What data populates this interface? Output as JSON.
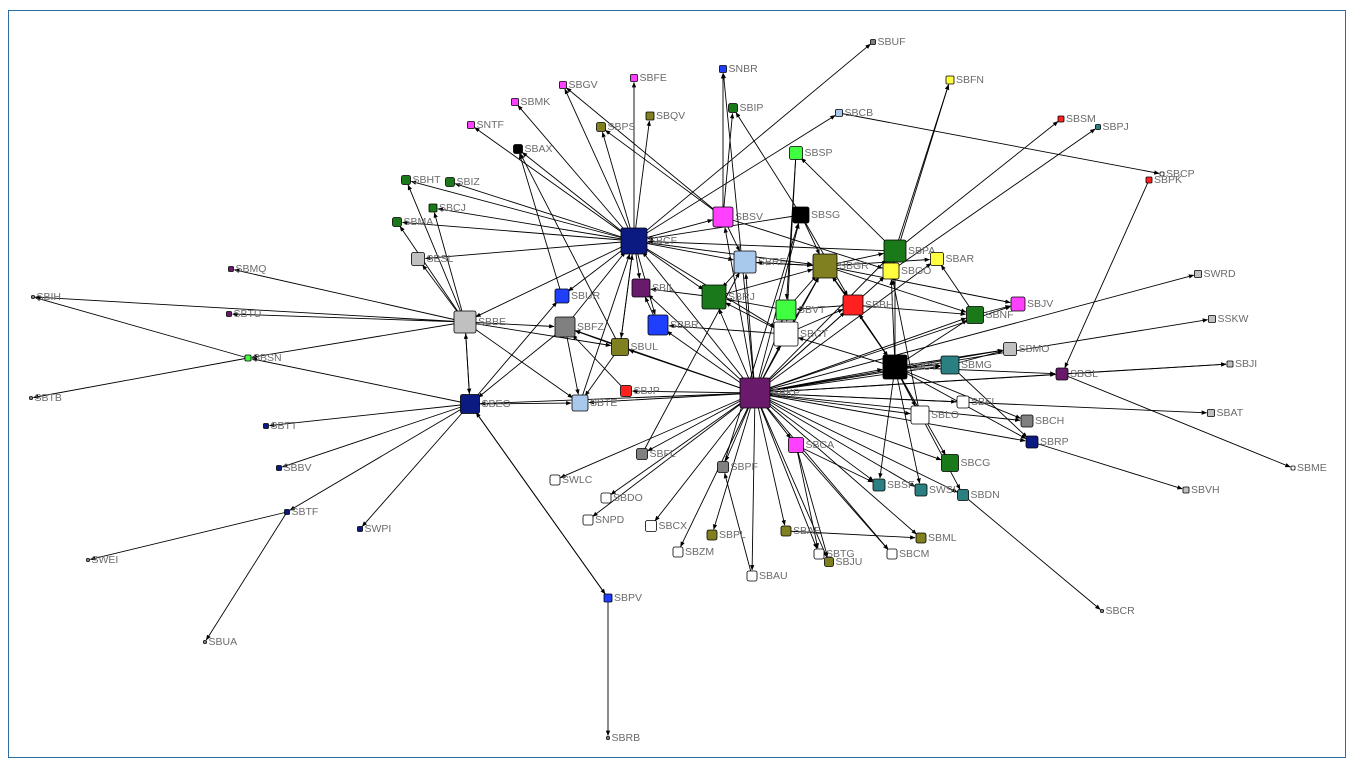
{
  "nodes": [
    {
      "id": "SBUF",
      "color": "#808080",
      "size": 5
    },
    {
      "id": "SNBR",
      "color": "#1f3fff",
      "size": 7
    },
    {
      "id": "SBFE",
      "color": "#ff40ff",
      "size": 7
    },
    {
      "id": "SBGV",
      "color": "#ff40ff",
      "size": 7
    },
    {
      "id": "SBFN",
      "color": "#ffff40",
      "size": 8
    },
    {
      "id": "SBIP",
      "color": "#1a7a1a",
      "size": 9
    },
    {
      "id": "SBMK",
      "color": "#ff40ff",
      "size": 7
    },
    {
      "id": "SBQV",
      "color": "#808020",
      "size": 8
    },
    {
      "id": "SBCB",
      "color": "#a8c8ec",
      "size": 7
    },
    {
      "id": "SBSM",
      "color": "#ff2020",
      "size": 6
    },
    {
      "id": "SNTF",
      "color": "#ff40ff",
      "size": 7
    },
    {
      "id": "SBPS",
      "color": "#808020",
      "size": 9
    },
    {
      "id": "SBPJ",
      "color": "#2a8080",
      "size": 5
    },
    {
      "id": "SBAX",
      "color": "#000000",
      "size": 9
    },
    {
      "id": "SBSP",
      "color": "#40ff40",
      "size": 13
    },
    {
      "id": "SBCP",
      "color": "#ffffff",
      "size": 4
    },
    {
      "id": "SBPK",
      "color": "#ff2020",
      "size": 6
    },
    {
      "id": "SBHT",
      "color": "#1a7a1a",
      "size": 9
    },
    {
      "id": "SBIZ",
      "color": "#1a7a1a",
      "size": 9
    },
    {
      "id": "SBCJ",
      "color": "#1a7a1a",
      "size": 8
    },
    {
      "id": "SBSV",
      "color": "#ff40ff",
      "size": 20
    },
    {
      "id": "SBSG",
      "color": "#000000",
      "size": 16
    },
    {
      "id": "SBCF",
      "color": "#0a1a80",
      "size": 26
    },
    {
      "id": "SBMA",
      "color": "#1a7a1a",
      "size": 9
    },
    {
      "id": "SBPA",
      "color": "#1a7a1a",
      "size": 22
    },
    {
      "id": "SBAR",
      "color": "#ffff40",
      "size": 13
    },
    {
      "id": "SBRF",
      "color": "#a8c8ec",
      "size": 22
    },
    {
      "id": "SBGR",
      "color": "#808020",
      "size": 24
    },
    {
      "id": "SBGO",
      "color": "#ffff40",
      "size": 16
    },
    {
      "id": "SBSL",
      "color": "#c0c0c0",
      "size": 13
    },
    {
      "id": "SBMQ",
      "color": "#6a1a6a",
      "size": 5
    },
    {
      "id": "SBRJ",
      "color": "#1a7a1a",
      "size": 24
    },
    {
      "id": "SBIL",
      "color": "#6a1a6a",
      "size": 18
    },
    {
      "id": "SBUR",
      "color": "#1f3fff",
      "size": 14
    },
    {
      "id": "SBJV",
      "color": "#ff40ff",
      "size": 14
    },
    {
      "id": "SBVT",
      "color": "#40ff40",
      "size": 20
    },
    {
      "id": "SBBH",
      "color": "#ff2020",
      "size": 20
    },
    {
      "id": "SWRD",
      "color": "#c0c0c0",
      "size": 7
    },
    {
      "id": "SBIH",
      "color": "#808080",
      "size": 3
    },
    {
      "id": "SBTU",
      "color": "#6a1a6a",
      "size": 5
    },
    {
      "id": "SBBE",
      "color": "#c0c0c0",
      "size": 22
    },
    {
      "id": "SBFZ",
      "color": "#808080",
      "size": 20
    },
    {
      "id": "SBBR",
      "color": "#1f3fff",
      "size": 20
    },
    {
      "id": "SBNF",
      "color": "#1a7a1a",
      "size": 17
    },
    {
      "id": "SBCT",
      "color": "#ffffff",
      "size": 24
    },
    {
      "id": "SSKW",
      "color": "#c0c0c0",
      "size": 7
    },
    {
      "id": "SBSN",
      "color": "#40ff40",
      "size": 6
    },
    {
      "id": "SBUL",
      "color": "#808020",
      "size": 17
    },
    {
      "id": "SBMO",
      "color": "#c0c0c0",
      "size": 13
    },
    {
      "id": "SBCY",
      "color": "#000000",
      "size": 24
    },
    {
      "id": "SBMG",
      "color": "#2a8080",
      "size": 18
    },
    {
      "id": "SBJI",
      "color": "#c0c0c0",
      "size": 6
    },
    {
      "id": "SBKP",
      "color": "#6a1a6a",
      "size": 30
    },
    {
      "id": "SBJP",
      "color": "#ff2020",
      "size": 11
    },
    {
      "id": "SBGL",
      "color": "#6a1a6a",
      "size": 12
    },
    {
      "id": "SBTB",
      "color": "#808080",
      "size": 3
    },
    {
      "id": "SBEG",
      "color": "#0a1a80",
      "size": 19
    },
    {
      "id": "SBTE",
      "color": "#a8c8ec",
      "size": 16
    },
    {
      "id": "SBFI",
      "color": "#ffffff",
      "size": 12
    },
    {
      "id": "SBLO",
      "color": "#ffffff",
      "size": 18
    },
    {
      "id": "SBAT",
      "color": "#c0c0c0",
      "size": 7
    },
    {
      "id": "SBTT",
      "color": "#0a1a80",
      "size": 5
    },
    {
      "id": "SBCH",
      "color": "#808080",
      "size": 12
    },
    {
      "id": "SBRP",
      "color": "#0a1a80",
      "size": 12
    },
    {
      "id": "SBCA",
      "color": "#ff40ff",
      "size": 15
    },
    {
      "id": "SBFL",
      "color": "#808080",
      "size": 11
    },
    {
      "id": "SBBV",
      "color": "#0a1a80",
      "size": 5
    },
    {
      "id": "SBPF",
      "color": "#808080",
      "size": 11
    },
    {
      "id": "SBCG",
      "color": "#1a7a1a",
      "size": 17
    },
    {
      "id": "SWLC",
      "color": "#ffffff",
      "size": 10
    },
    {
      "id": "SBSF",
      "color": "#2a8080",
      "size": 12
    },
    {
      "id": "SWSI",
      "color": "#2a8080",
      "size": 12
    },
    {
      "id": "SBDN",
      "color": "#2a8080",
      "size": 11
    },
    {
      "id": "SBME",
      "color": "#ffffff",
      "size": 4
    },
    {
      "id": "SBDO",
      "color": "#ffffff",
      "size": 10
    },
    {
      "id": "SBVH",
      "color": "#c0c0c0",
      "size": 6
    },
    {
      "id": "SBTF",
      "color": "#0a1a80",
      "size": 5
    },
    {
      "id": "SNPD",
      "color": "#ffffff",
      "size": 10
    },
    {
      "id": "SWPI",
      "color": "#0a1a80",
      "size": 5
    },
    {
      "id": "SBCX",
      "color": "#ffffff",
      "size": 11
    },
    {
      "id": "SBPL",
      "color": "#808020",
      "size": 10
    },
    {
      "id": "SBAE",
      "color": "#808020",
      "size": 10
    },
    {
      "id": "SBML",
      "color": "#808020",
      "size": 10
    },
    {
      "id": "SBZM",
      "color": "#ffffff",
      "size": 10
    },
    {
      "id": "SBTG",
      "color": "#ffffff",
      "size": 10
    },
    {
      "id": "SBJU",
      "color": "#808020",
      "size": 9
    },
    {
      "id": "SBCM",
      "color": "#ffffff",
      "size": 10
    },
    {
      "id": "SWEI",
      "color": "#808080",
      "size": 3
    },
    {
      "id": "SBAU",
      "color": "#ffffff",
      "size": 10
    },
    {
      "id": "SBPV",
      "color": "#1f3fff",
      "size": 8
    },
    {
      "id": "SBCR",
      "color": "#808080",
      "size": 3
    },
    {
      "id": "SBUA",
      "color": "#808080",
      "size": 3
    },
    {
      "id": "SBRB",
      "color": "#808080",
      "size": 3
    }
  ],
  "edges": [
    [
      "SBCF",
      "SBMK"
    ],
    [
      "SBCF",
      "SBGV"
    ],
    [
      "SBCF",
      "SBFE"
    ],
    [
      "SBCF",
      "SNTF"
    ],
    [
      "SBCF",
      "SBPS"
    ],
    [
      "SBCF",
      "SBQV"
    ],
    [
      "SBCF",
      "SBAX"
    ],
    [
      "SBCF",
      "SBHT"
    ],
    [
      "SBCF",
      "SBIZ"
    ],
    [
      "SBCF",
      "SBCJ"
    ],
    [
      "SBCF",
      "SBMA"
    ],
    [
      "SBCF",
      "SBSL"
    ],
    [
      "SBCF",
      "SBUF"
    ],
    [
      "SBCF",
      "SBCB"
    ],
    [
      "SBCF",
      "SBSV"
    ],
    [
      "SBCF",
      "SBIL"
    ],
    [
      "SBCF",
      "SBUR"
    ],
    [
      "SBCF",
      "SBRJ"
    ],
    [
      "SBCF",
      "SBBR"
    ],
    [
      "SBCF",
      "SBUL"
    ],
    [
      "SBCF",
      "SBBE"
    ],
    [
      "SBCF",
      "SBRF"
    ],
    [
      "SBCF",
      "SBGR"
    ],
    [
      "SBCF",
      "SBCT"
    ],
    [
      "SBSV",
      "SBGV"
    ],
    [
      "SBSV",
      "SBPS"
    ],
    [
      "SBSV",
      "SNBR"
    ],
    [
      "SBSV",
      "SBIP"
    ],
    [
      "SBSV",
      "SBRF"
    ],
    [
      "SBSV",
      "SBGO"
    ],
    [
      "SBSG",
      "SBIP"
    ],
    [
      "SBSG",
      "SBGR"
    ],
    [
      "SBSG",
      "SBCF"
    ],
    [
      "SBSG",
      "SBBH"
    ],
    [
      "SBSP",
      "SBCT"
    ],
    [
      "SBSP",
      "SBVT"
    ],
    [
      "SBPA",
      "SBFN"
    ],
    [
      "SBPA",
      "SBSM"
    ],
    [
      "SBPA",
      "SBSP"
    ],
    [
      "SBPA",
      "SBCF"
    ],
    [
      "SBGO",
      "SBFN"
    ],
    [
      "SBGO",
      "SBPJ"
    ],
    [
      "SBGR",
      "SBRF"
    ],
    [
      "SBGR",
      "SBPA"
    ],
    [
      "SBGR",
      "SBAR"
    ],
    [
      "SBGR",
      "SBJV"
    ],
    [
      "SBGR",
      "SBNF"
    ],
    [
      "SBGR",
      "SBCY"
    ],
    [
      "SBCB",
      "SBCP"
    ],
    [
      "SBPK",
      "SBGL"
    ],
    [
      "SBBE",
      "SBIH"
    ],
    [
      "SBBE",
      "SBTU"
    ],
    [
      "SBBE",
      "SBMQ"
    ],
    [
      "SBBE",
      "SBSN"
    ],
    [
      "SBBE",
      "SBSL"
    ],
    [
      "SBBE",
      "SBMA"
    ],
    [
      "SBBE",
      "SBHT"
    ],
    [
      "SBBE",
      "SBCJ"
    ],
    [
      "SBBE",
      "SBEG"
    ],
    [
      "SBBE",
      "SBFZ"
    ],
    [
      "SBBE",
      "SBTE"
    ],
    [
      "SBEG",
      "SBSN"
    ],
    [
      "SBEG",
      "SBTT"
    ],
    [
      "SBEG",
      "SBBV"
    ],
    [
      "SBEG",
      "SWPI"
    ],
    [
      "SBEG",
      "SBTF"
    ],
    [
      "SBEG",
      "SBPV"
    ],
    [
      "SBEG",
      "SBBE"
    ],
    [
      "SBEG",
      "SBTE"
    ],
    [
      "SBEG",
      "SBUR"
    ],
    [
      "SBSN",
      "SBIH"
    ],
    [
      "SBSN",
      "SBTB"
    ],
    [
      "SBTF",
      "SWEI"
    ],
    [
      "SBTF",
      "SBUA"
    ],
    [
      "SBPV",
      "SBRB"
    ],
    [
      "SBPV",
      "SBEG"
    ],
    [
      "SBKP",
      "SBCF"
    ],
    [
      "SBKP",
      "SBSV"
    ],
    [
      "SBKP",
      "SBSG"
    ],
    [
      "SBKP",
      "SBRF"
    ],
    [
      "SBKP",
      "SBGR"
    ],
    [
      "SBKP",
      "SBRJ"
    ],
    [
      "SBKP",
      "SBIL"
    ],
    [
      "SBKP",
      "SBBR"
    ],
    [
      "SBKP",
      "SBVT"
    ],
    [
      "SBKP",
      "SBCT"
    ],
    [
      "SBKP",
      "SBBH"
    ],
    [
      "SBKP",
      "SBNF"
    ],
    [
      "SBKP",
      "SBCY"
    ],
    [
      "SBKP",
      "SBMG"
    ],
    [
      "SBKP",
      "SBMO"
    ],
    [
      "SBKP",
      "SBGL"
    ],
    [
      "SBKP",
      "SBJI"
    ],
    [
      "SBKP",
      "SBAT"
    ],
    [
      "SBKP",
      "SBFI"
    ],
    [
      "SBKP",
      "SBLO"
    ],
    [
      "SBKP",
      "SBCH"
    ],
    [
      "SBKP",
      "SBRP"
    ],
    [
      "SBKP",
      "SBCA"
    ],
    [
      "SBKP",
      "SBCG"
    ],
    [
      "SBKP",
      "SBSF"
    ],
    [
      "SBKP",
      "SWSI"
    ],
    [
      "SBKP",
      "SBDN"
    ],
    [
      "SBKP",
      "SBML"
    ],
    [
      "SBKP",
      "SBCM"
    ],
    [
      "SBKP",
      "SBTG"
    ],
    [
      "SBKP",
      "SBJU"
    ],
    [
      "SBKP",
      "SBAU"
    ],
    [
      "SBKP",
      "SBAE"
    ],
    [
      "SBKP",
      "SBPL"
    ],
    [
      "SBKP",
      "SBZM"
    ],
    [
      "SBKP",
      "SBPF"
    ],
    [
      "SBKP",
      "SBCX"
    ],
    [
      "SBKP",
      "SBFL"
    ],
    [
      "SBKP",
      "SBDO"
    ],
    [
      "SBKP",
      "SNPD"
    ],
    [
      "SBKP",
      "SWLC"
    ],
    [
      "SBKP",
      "SBJP"
    ],
    [
      "SBKP",
      "SBTE"
    ],
    [
      "SBKP",
      "SBUL"
    ],
    [
      "SBKP",
      "SBFZ"
    ],
    [
      "SBKP",
      "SBEG"
    ],
    [
      "SBKP",
      "SNBR"
    ],
    [
      "SBKP",
      "SBPA"
    ],
    [
      "SBKP",
      "SWRD"
    ],
    [
      "SBKP",
      "SSKW"
    ],
    [
      "SBKP",
      "SBGO"
    ],
    [
      "SBKP",
      "SBAR"
    ],
    [
      "SBKP",
      "SBJV"
    ],
    [
      "SBCY",
      "SBPA"
    ],
    [
      "SBCY",
      "SBGO"
    ],
    [
      "SBCY",
      "SBGR"
    ],
    [
      "SBCY",
      "SBBH"
    ],
    [
      "SBCY",
      "SBCT"
    ],
    [
      "SBCY",
      "SBSF"
    ],
    [
      "SBCY",
      "SBDN"
    ],
    [
      "SBCY",
      "SBCG"
    ],
    [
      "SBCY",
      "SBRP"
    ],
    [
      "SBCY",
      "SBCH"
    ],
    [
      "SBCY",
      "SBLO"
    ],
    [
      "SBCY",
      "SBMG"
    ],
    [
      "SBCY",
      "SBNF"
    ],
    [
      "SBCY",
      "SBGL"
    ],
    [
      "SBCY",
      "SBMO"
    ],
    [
      "SBCY",
      "SWSI"
    ],
    [
      "SBGL",
      "SBME"
    ],
    [
      "SBGL",
      "SBJI"
    ],
    [
      "SBRP",
      "SBVH"
    ],
    [
      "SBDN",
      "SBCR"
    ],
    [
      "SBAE",
      "SBML"
    ],
    [
      "SBCA",
      "SBTG"
    ],
    [
      "SBCA",
      "SBCM"
    ],
    [
      "SBCA",
      "SBJU"
    ],
    [
      "SBCA",
      "SBSF"
    ],
    [
      "SBCT",
      "SBRJ"
    ],
    [
      "SBCT",
      "SBBR"
    ],
    [
      "SBCT",
      "SBGR"
    ],
    [
      "SBCT",
      "SBBH"
    ],
    [
      "SBVT",
      "SBGR"
    ],
    [
      "SBVT",
      "SBRJ"
    ],
    [
      "SBBH",
      "SBGR"
    ],
    [
      "SBBH",
      "SBNF"
    ],
    [
      "SBBH",
      "SBCY"
    ],
    [
      "SBBH",
      "SBVT"
    ],
    [
      "SBRJ",
      "SBGR"
    ],
    [
      "SBRJ",
      "SBIL"
    ],
    [
      "SBRF",
      "SBGR"
    ],
    [
      "SBRF",
      "SBRJ"
    ],
    [
      "SBUL",
      "SBFZ"
    ],
    [
      "SBUL",
      "SBTE"
    ],
    [
      "SBUL",
      "SBAX"
    ],
    [
      "SBUL",
      "SBCF"
    ],
    [
      "SBFZ",
      "SBTE"
    ],
    [
      "SBFZ",
      "SBEG"
    ],
    [
      "SBJP",
      "SBFZ"
    ],
    [
      "SBFL",
      "SBRF"
    ],
    [
      "SBPF",
      "SBSG"
    ],
    [
      "SBAU",
      "SBPF"
    ],
    [
      "SBUR",
      "SBAX"
    ],
    [
      "SBBR",
      "SBIL"
    ],
    [
      "SBNF",
      "SBJV"
    ],
    [
      "SBNF",
      "SBAR"
    ],
    [
      "SBMG",
      "SBMO"
    ],
    [
      "SBMG",
      "SBRP"
    ],
    [
      "SBFZ",
      "SBCF"
    ],
    [
      "SBBE",
      "SBUL"
    ],
    [
      "SBTE",
      "SBCF"
    ],
    [
      "SBLO",
      "SBGO"
    ]
  ]
}
